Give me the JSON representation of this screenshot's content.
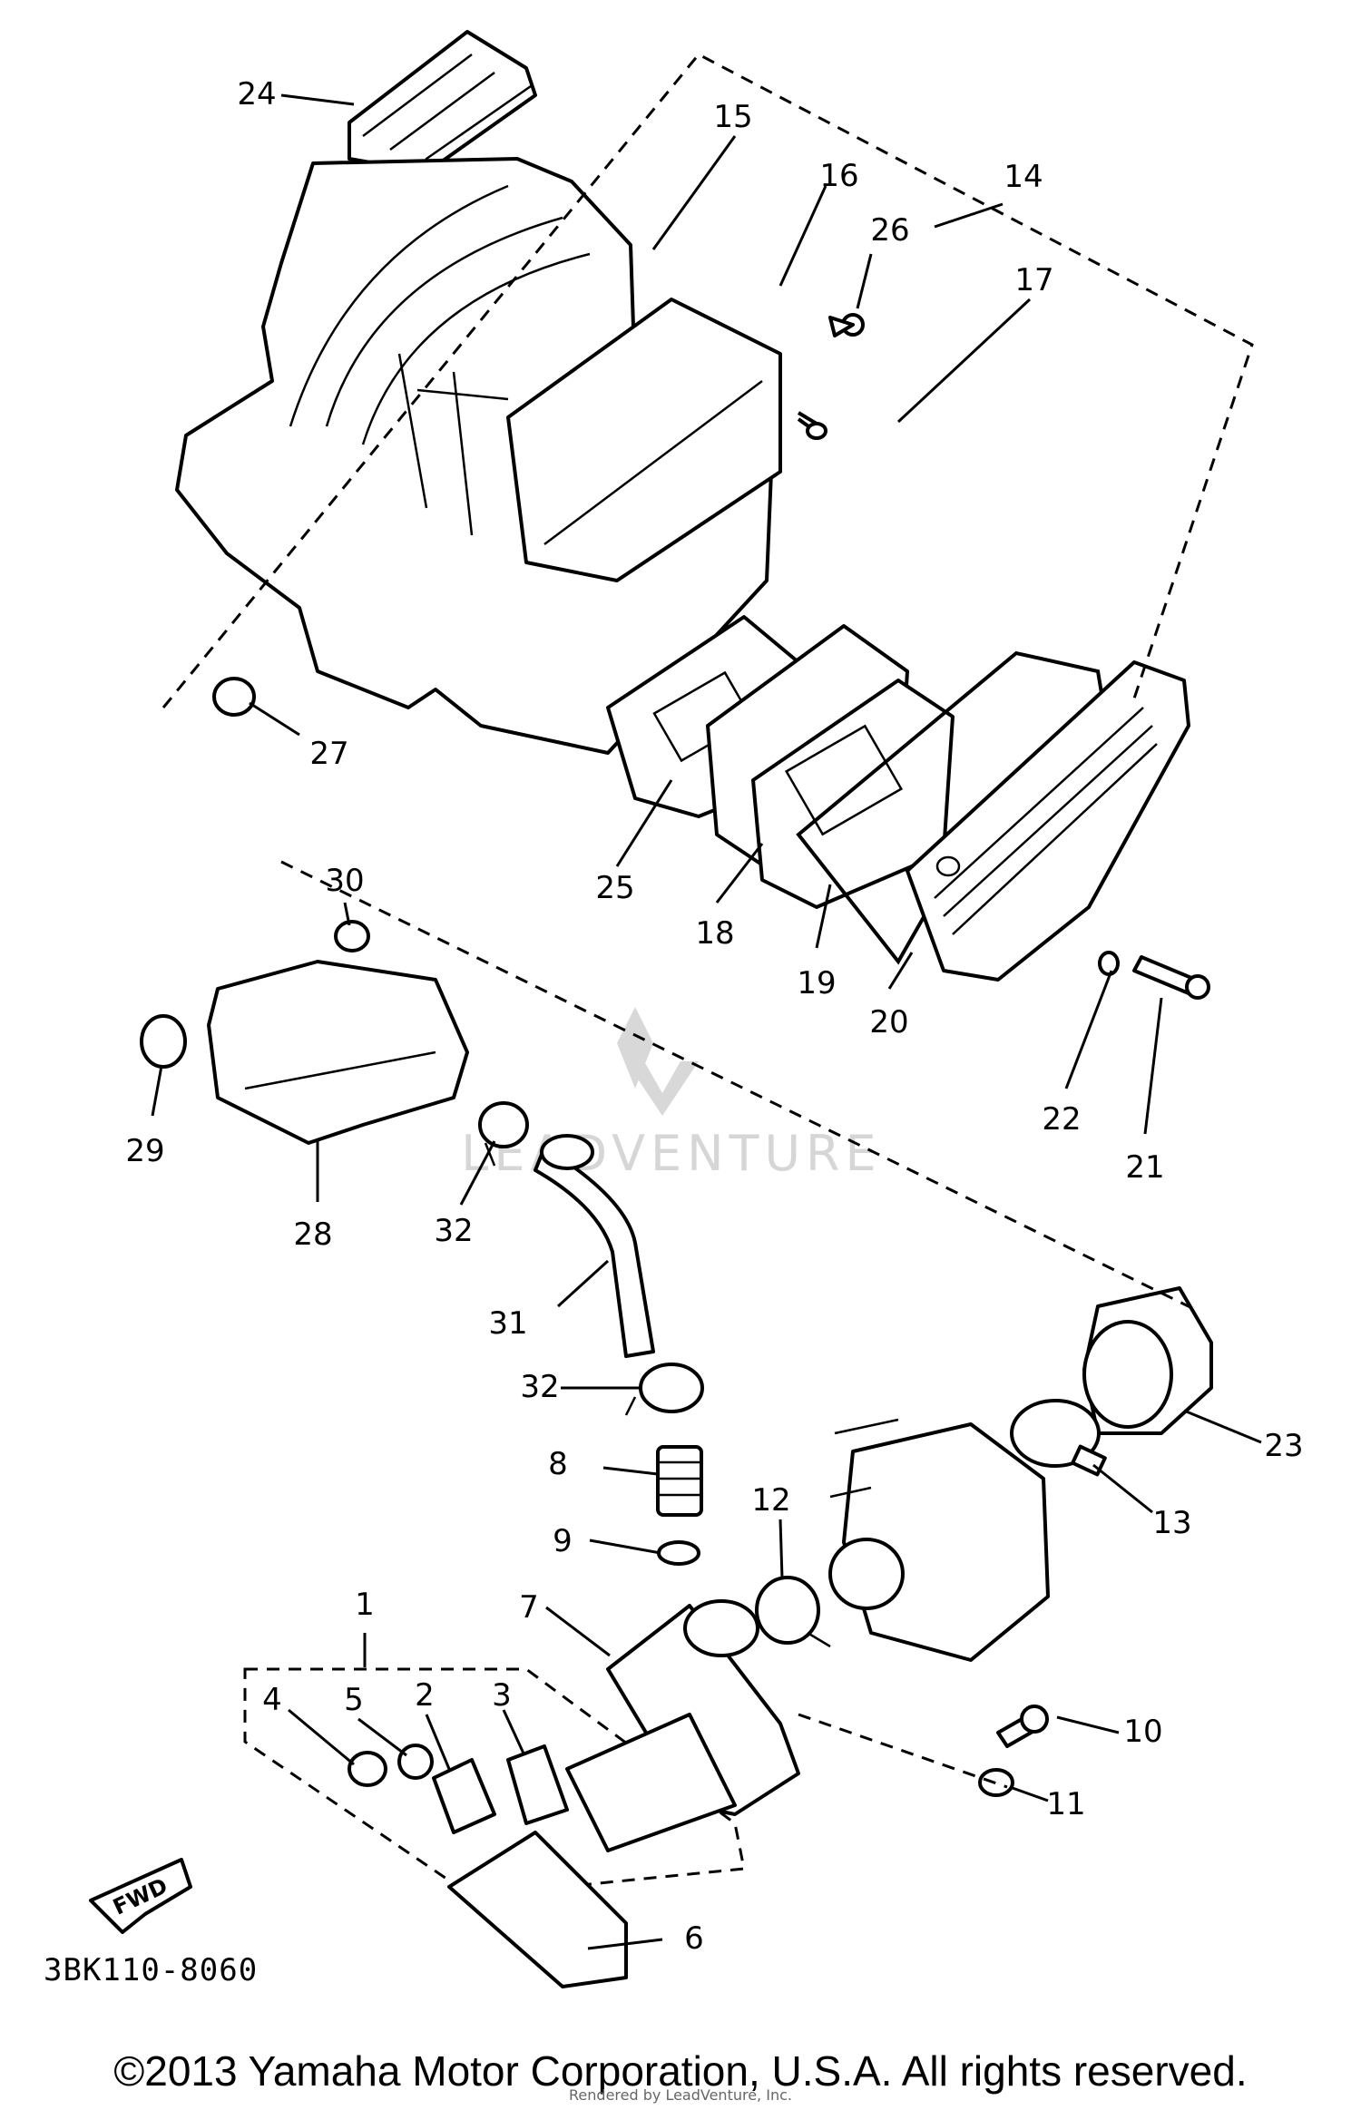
{
  "diagram": {
    "drawing_code": "3BK110-8060",
    "fwd_label": "FWD",
    "watermark": "LEADVENTURE",
    "copyright": "©2013 Yamaha Motor Corporation, U.S.A. All rights reserved.",
    "credit": "Rendered by LeadVenture, Inc.",
    "callouts": [
      "24",
      "15",
      "16",
      "14",
      "26",
      "17",
      "27",
      "25",
      "18",
      "19",
      "20",
      "22",
      "21",
      "30",
      "29",
      "28",
      "32",
      "31",
      "32",
      "23",
      "8",
      "12",
      "13",
      "9",
      "7",
      "1",
      "4",
      "5",
      "2",
      "3",
      "10",
      "11",
      "6"
    ]
  }
}
